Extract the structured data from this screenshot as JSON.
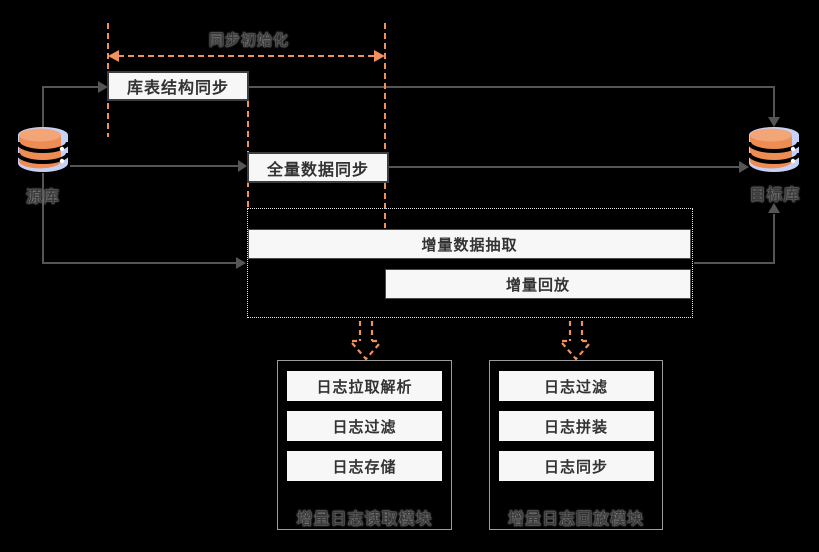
{
  "colors": {
    "background": "#000000",
    "accent_orange": "#F0905A",
    "wire_gray": "#555555",
    "box_fill": "#F7F7F7",
    "box_border": "#3D3D3D",
    "box_text": "#333333",
    "module_border": "#9C9C9C",
    "dotted_border": "#E8E8E8",
    "db_lavender": "#C7D1F7",
    "db_orange": "#EE8D53"
  },
  "phase": {
    "label": "同步初始化"
  },
  "source_db": {
    "label": "源库"
  },
  "target_db": {
    "label": "目标库"
  },
  "flow": {
    "schema_sync": "库表结构同步",
    "full_sync": "全量数据同步",
    "incr_extract": "增量数据抽取",
    "incr_replay": "增量回放"
  },
  "modules": {
    "reader": {
      "title": "增量日志读取模块",
      "items": [
        "日志拉取解析",
        "日志过滤",
        "日志存储"
      ]
    },
    "replayer": {
      "title": "增量日志回放模块",
      "items": [
        "日志过滤",
        "日志拼装",
        "日志同步"
      ]
    }
  }
}
